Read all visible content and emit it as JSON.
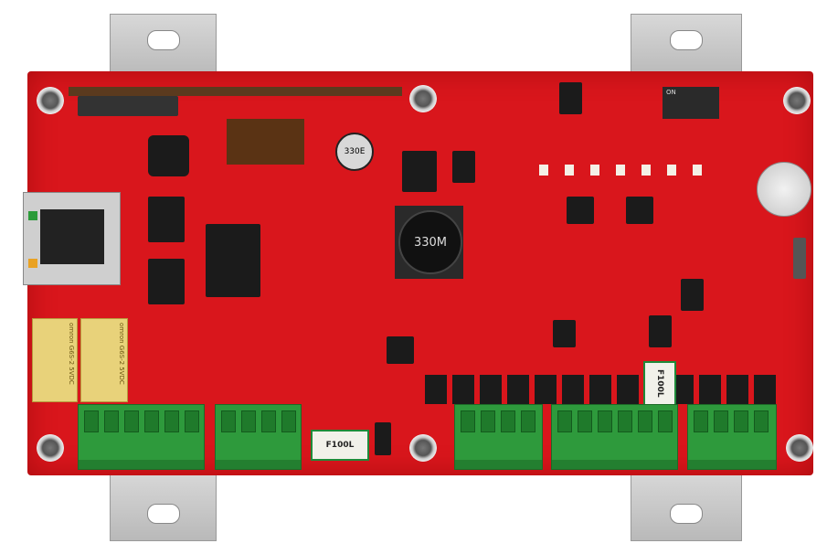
{
  "photo": {
    "subject": "",
    "board_color": "#d9161c",
    "terminal_color": "#2e9a3c",
    "bracket_color": "#c4c4c4"
  },
  "markings": {
    "inductor": "330M",
    "capacitor": "330E",
    "fuse_bottom": "F100L",
    "fuse_right": "F100L",
    "relay_left": "omron G6S-2 5VDC",
    "relay_right": "omron G6S-2 5VDC",
    "dip_switch": "ON"
  }
}
